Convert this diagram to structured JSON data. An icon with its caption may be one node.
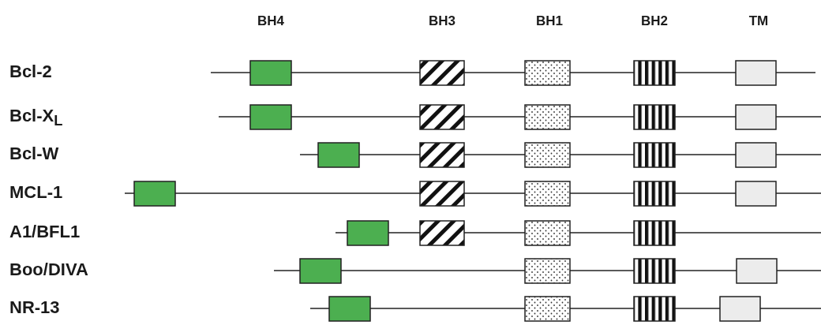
{
  "diagram": {
    "labels": [
      "BH4",
      "BH3",
      "BH1",
      "BH2",
      "TM",
      "Bcl-2",
      "Bcl-X$_{L}$",
      "Bcl-W",
      "MCL-1",
      "A1/BFL1",
      "Boo/DIVA",
      "NR-13"
    ]
  }
}
